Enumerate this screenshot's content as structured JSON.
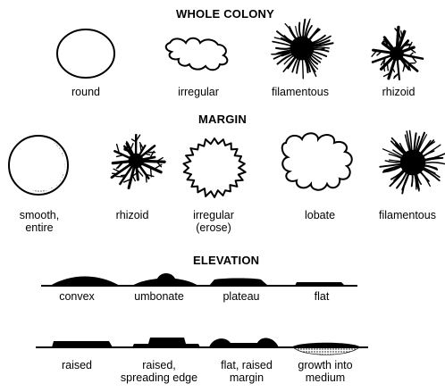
{
  "sections": {
    "whole_colony": "WHOLE COLONY",
    "margin": "MARGIN",
    "elevation": "ELEVATION"
  },
  "whole_colony": [
    {
      "label": "round",
      "icon": "round-colony-icon"
    },
    {
      "label": "irregular",
      "icon": "irregular-colony-icon"
    },
    {
      "label": "filamentous",
      "icon": "filamentous-colony-icon"
    },
    {
      "label": "rhizoid",
      "icon": "rhizoid-colony-icon"
    }
  ],
  "margin": [
    {
      "label": "smooth,",
      "label2": "entire",
      "icon": "smooth-margin-icon"
    },
    {
      "label": "rhizoid",
      "icon": "rhizoid-margin-icon"
    },
    {
      "label": "irregular",
      "label2": "(erose)",
      "icon": "erose-margin-icon"
    },
    {
      "label": "lobate",
      "icon": "lobate-margin-icon"
    },
    {
      "label": "filamentous",
      "icon": "filamentous-margin-icon"
    }
  ],
  "elevation_row1": [
    {
      "label": "convex",
      "icon": "convex-elevation-icon"
    },
    {
      "label": "umbonate",
      "icon": "umbonate-elevation-icon"
    },
    {
      "label": "plateau",
      "icon": "plateau-elevation-icon"
    },
    {
      "label": "flat",
      "icon": "flat-elevation-icon"
    }
  ],
  "elevation_row2": [
    {
      "label": "raised",
      "icon": "raised-elevation-icon"
    },
    {
      "label": "raised,",
      "label2": "spreading edge",
      "icon": "raised-spreading-edge-icon"
    },
    {
      "label": "flat, raised",
      "label2": "margin",
      "icon": "flat-raised-margin-icon"
    },
    {
      "label": "growth into",
      "label2": "medium",
      "icon": "growth-into-medium-icon"
    }
  ]
}
